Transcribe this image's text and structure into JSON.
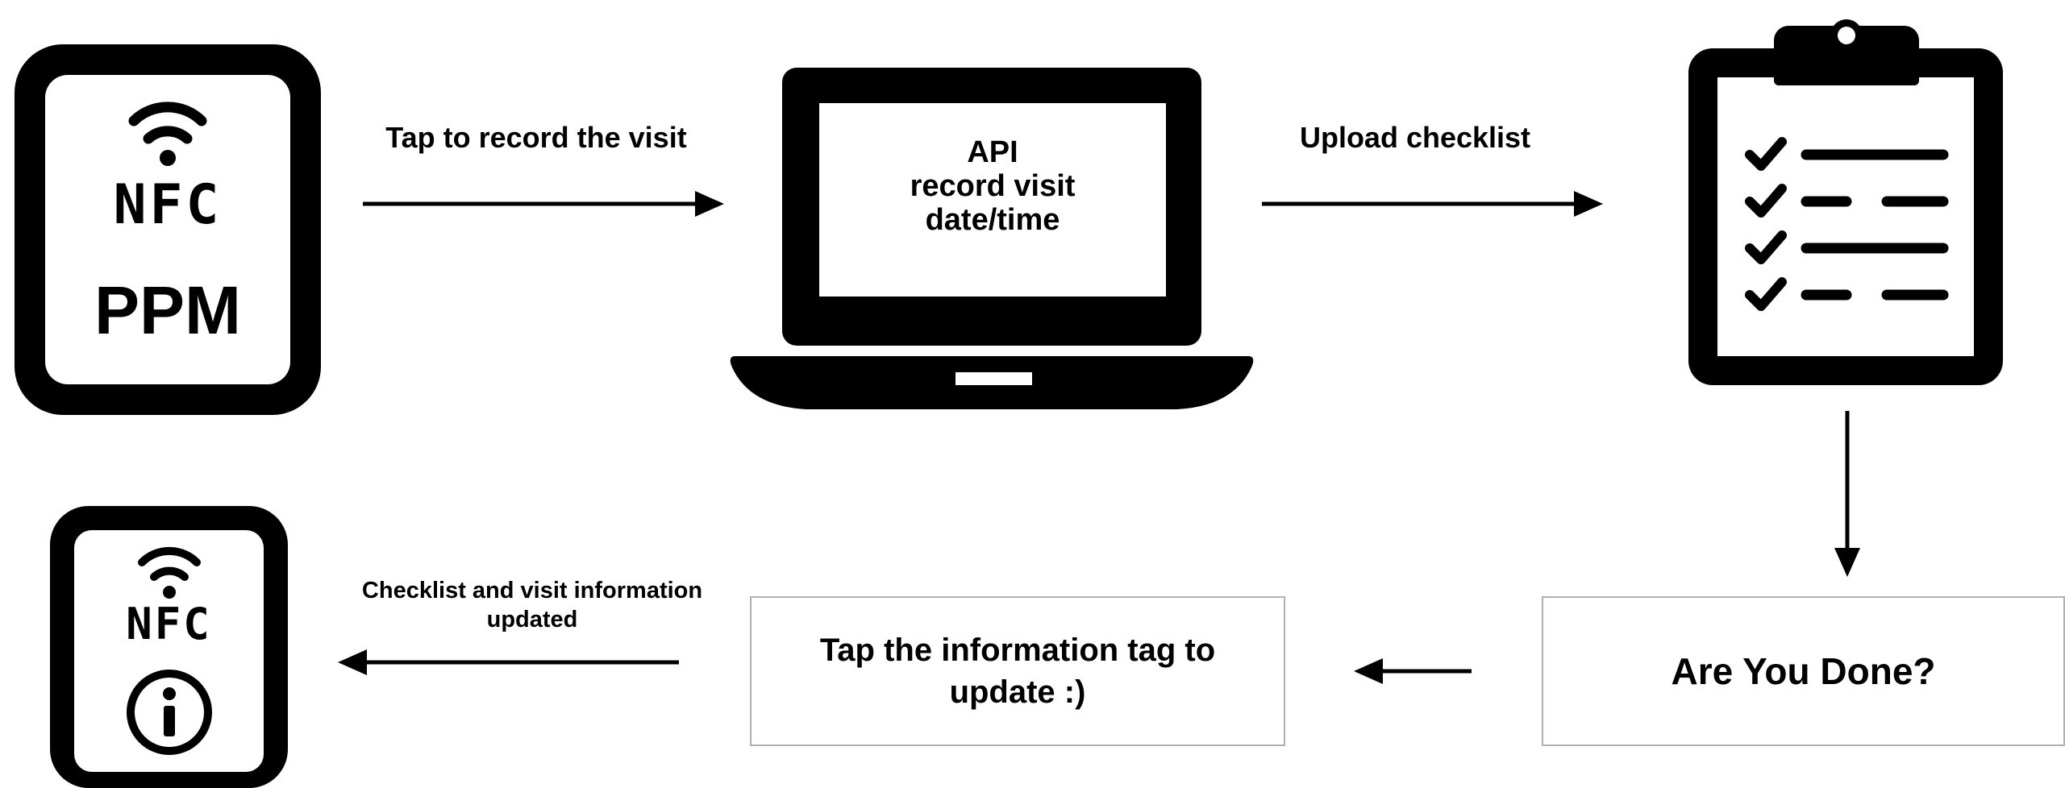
{
  "nodes": {
    "ppm_tag": {
      "nfc_text": "NFC",
      "title": "PPM"
    },
    "laptop": {
      "line1": "API",
      "line2": "record visit",
      "line3": "date/time"
    },
    "checklist_icon": {
      "icon": "clipboard-checklist-icon"
    },
    "done_box": {
      "text": "Are You Done?"
    },
    "tap_box": {
      "text": "Tap the information tag to update :)"
    },
    "info_tag": {
      "nfc_text": "NFC",
      "icon": "info-icon"
    }
  },
  "edges": {
    "tap_record": "Tap to record the visit",
    "upload": "Upload checklist",
    "updated": "Checklist and visit information updated"
  },
  "colors": {
    "ink": "#000000",
    "box_border": "#b0b0b0",
    "background": "#ffffff"
  }
}
